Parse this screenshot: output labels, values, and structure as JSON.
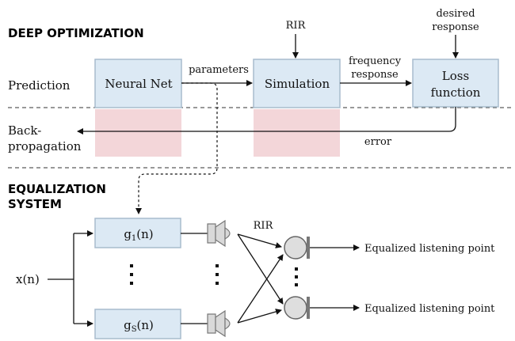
{
  "sections": {
    "deep_optimization": "DEEP OPTIMIZATION",
    "equalization_line1": "EQUALIZATION",
    "equalization_line2": "SYSTEM"
  },
  "rows": {
    "prediction": "Prediction",
    "backprop_line1": "Back-",
    "backprop_line2": "propagation"
  },
  "blocks": {
    "neural_net": "Neural Net",
    "simulation": "Simulation",
    "loss_line1": "Loss",
    "loss_line2": "function"
  },
  "arrows": {
    "parameters": "parameters",
    "rir_top": "RIR",
    "freq_line1": "frequency",
    "freq_line2": "response",
    "desired_line1": "desired",
    "desired_line2": "response",
    "error": "error"
  },
  "equalization": {
    "input": "x(n)",
    "filter1_base": "g",
    "filter1_sub": "1",
    "filter1_arg": "(n)",
    "filterS_base": "g",
    "filterS_sub": "S",
    "filterS_arg": "(n)",
    "rir": "RIR",
    "output1": "Equalized listening point",
    "output2": "Equalized listening point"
  }
}
